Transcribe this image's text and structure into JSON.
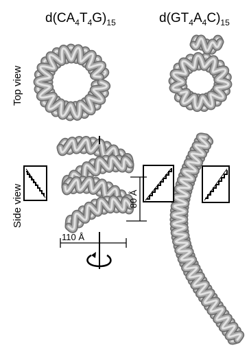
{
  "titles": {
    "left": {
      "prefix": "d(CA",
      "sub1": "4",
      "mid1": "T",
      "sub2": "4",
      "mid2": "G)",
      "sub3": "15"
    },
    "right": {
      "prefix": "d(GT",
      "sub1": "4",
      "mid1": "A",
      "sub2": "4",
      "mid2": "C)",
      "sub3": "15"
    }
  },
  "row_labels": {
    "top": "Top view",
    "side": "Side view"
  },
  "dimensions": {
    "height": "80 Å",
    "width": "110 Å"
  },
  "colors": {
    "strand_dark": "#6e6e6e",
    "strand_mid": "#a9a9a9",
    "strand_light": "#e2e2e2",
    "ink": "#000000"
  }
}
